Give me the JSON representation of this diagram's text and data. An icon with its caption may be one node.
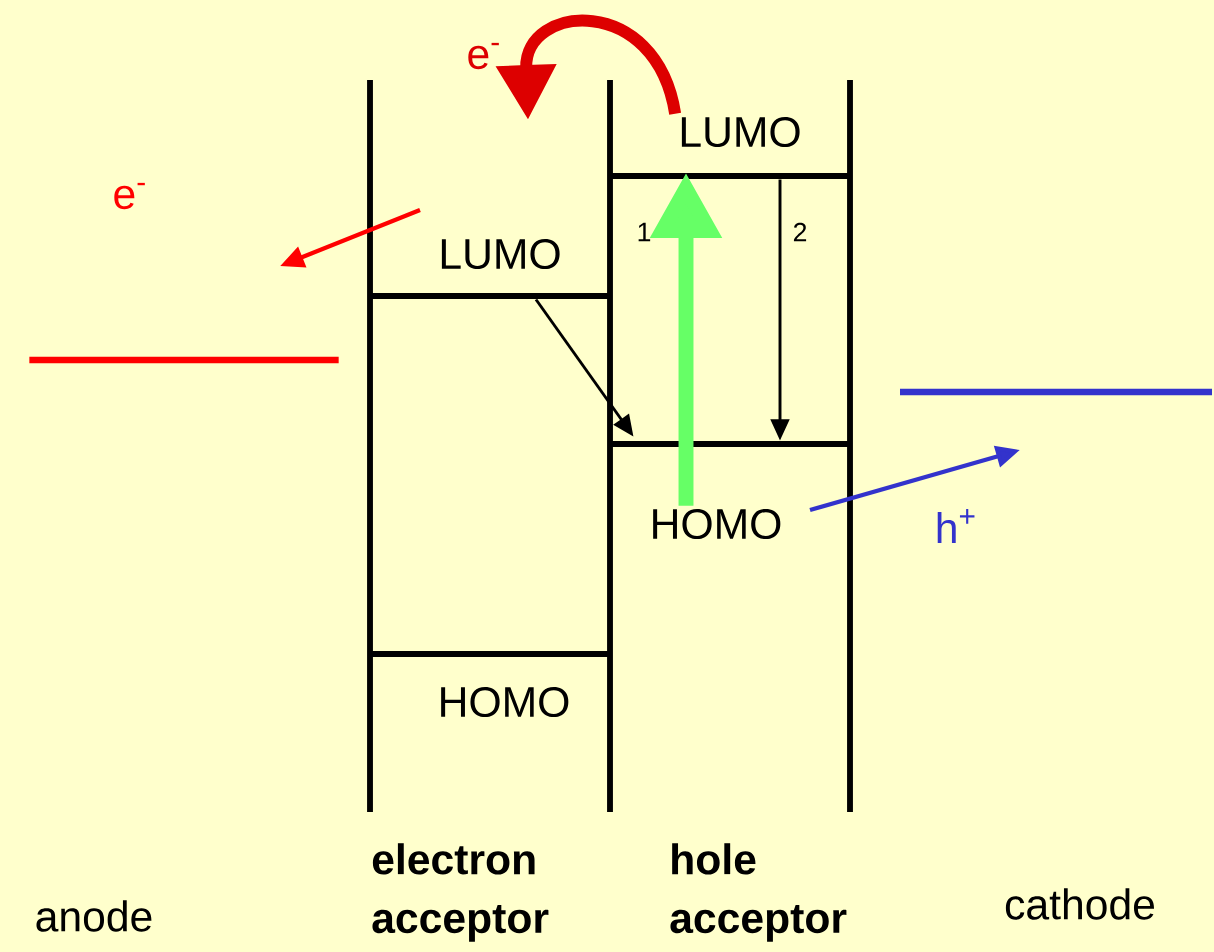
{
  "diagram": {
    "nodes": [
      {
        "text": [],
        "shape": "bar"
      },
      {
        "text": [
          "LUMO"
        ]
      },
      {
        "text": [
          "HOMO"
        ]
      },
      {
        "text": [
          "LUMO"
        ]
      },
      {
        "text": [
          "HOMO"
        ]
      },
      {
        "text": [],
        "shape": "bar"
      }
    ],
    "edges": [
      {
        "from": 3,
        "to": null,
        "arrow": "to",
        "label": "e$^{-}$",
        "color": "#dd0000",
        "style": "thick"
      },
      {
        "from": 4,
        "to": 3,
        "arrow": "to",
        "label": "1",
        "color": "#66ff66",
        "style": "thick"
      },
      {
        "from": 3,
        "to": 4,
        "arrow": "to",
        "label": "2"
      },
      {
        "from": 1,
        "to": 4,
        "arrow": "to"
      }
    ],
    "labels": [
      "e$^{-}$",
      "h$^{+}$",
      "anode",
      "electron acceptor",
      "hole acceptor",
      "cathode"
    ]
  }
}
